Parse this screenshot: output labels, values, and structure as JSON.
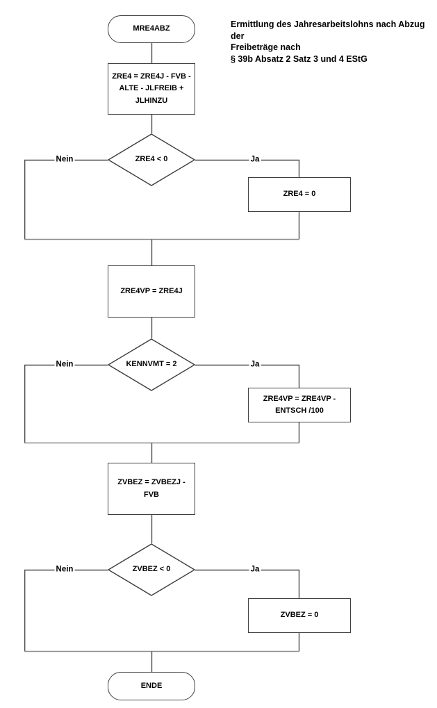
{
  "title": {
    "text": "Ermittlung des Jahresarbeitslohns nach Abzug der\nFreibeträge nach\n§ 39b Absatz 2 Satz 3 und 4 EStG"
  },
  "nodes": {
    "start": {
      "type": "terminator",
      "label": "MRE4ABZ"
    },
    "calc_zre4": {
      "type": "process",
      "label": "ZRE4 = ZRE4J - FVB -\nALTE - JLFREIB  +\nJLHINZU"
    },
    "dec_zre4": {
      "type": "decision",
      "label": "ZRE4 < 0"
    },
    "set_zre4_zero": {
      "type": "process",
      "label": "ZRE4 = 0"
    },
    "calc_zre4vp": {
      "type": "process",
      "label": "ZRE4VP = ZRE4J"
    },
    "dec_kennvmt": {
      "type": "decision",
      "label": "KENNVMT = 2"
    },
    "calc_zre4vp_entsch": {
      "type": "process",
      "label": "ZRE4VP = ZRE4VP -\nENTSCH /100"
    },
    "calc_zvbez": {
      "type": "process",
      "label": "ZVBEZ = ZVBEZJ -\nFVB"
    },
    "dec_zvbez": {
      "type": "decision",
      "label": "ZVBEZ < 0"
    },
    "set_zvbez_zero": {
      "type": "process",
      "label": "ZVBEZ = 0"
    },
    "end": {
      "type": "terminator",
      "label": "ENDE"
    }
  },
  "edge_labels": {
    "no": "Nein",
    "yes": "Ja"
  },
  "colors": {
    "node_border": "#3f3f3f",
    "connector": "#4d4d4d",
    "merge_connector": "#8c8c8c",
    "text": "#000000",
    "node_fill": "#ffffff",
    "background": "#ffffff"
  }
}
